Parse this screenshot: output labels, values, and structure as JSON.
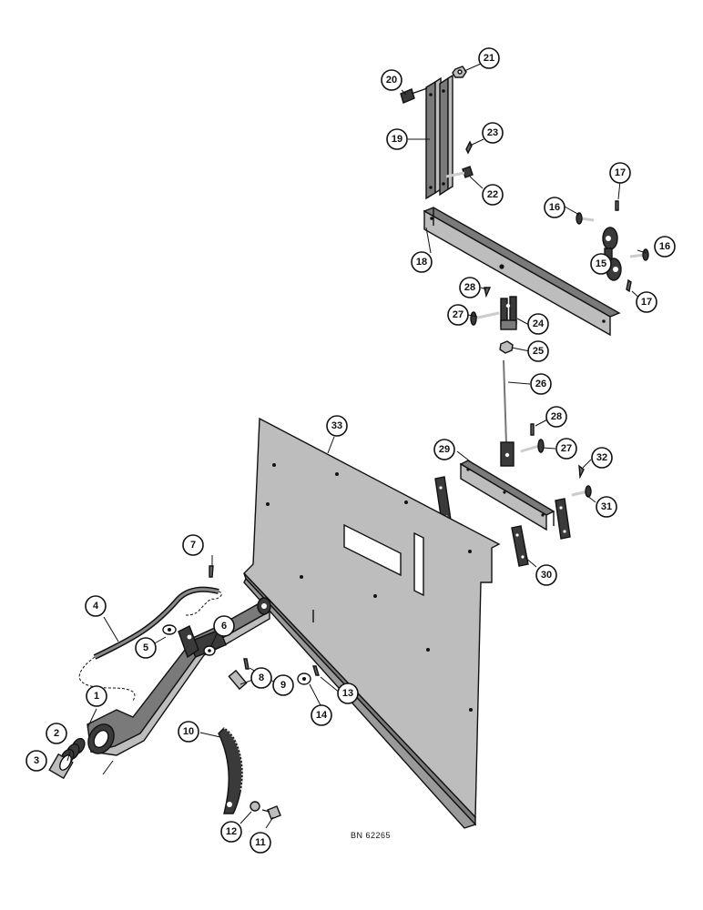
{
  "callouts": [
    "1",
    "2",
    "3",
    "4",
    "5",
    "6",
    "7",
    "8",
    "9",
    "10",
    "11",
    "12",
    "13",
    "14",
    "15",
    "16",
    "16",
    "17",
    "17",
    "18",
    "19",
    "20",
    "21",
    "22",
    "23",
    "24",
    "25",
    "26",
    "27",
    "27",
    "28",
    "28",
    "29",
    "30",
    "31",
    "32",
    "33"
  ],
  "reference": "BN 62265"
}
